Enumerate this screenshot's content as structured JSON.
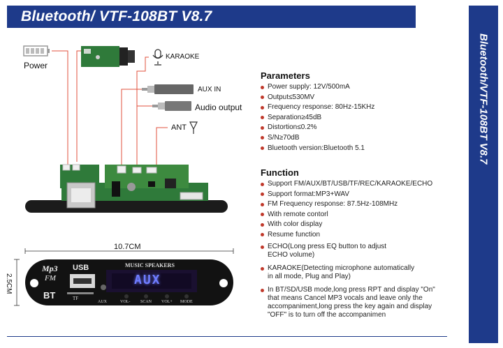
{
  "title": "Bluetooth/ VTF-108BT V8.7",
  "side_title": "Bluetooth/VTF-108BT V8.7",
  "diagram": {
    "power": "Power",
    "karaoke": "KARAOKE",
    "aux_in": "AUX IN",
    "audio_output": "Audio output",
    "ant": "ANT",
    "width_dim": "10.7CM",
    "height_dim": "2.5CM"
  },
  "panel": {
    "mp3": "Mp3",
    "fm": "FM",
    "bt": "BT",
    "usb": "USB",
    "tf": "TF",
    "music_speakers": "MUSIC SPEAKERS",
    "display": "AUX",
    "aux": "AUX",
    "vol_minus": "VOL-",
    "scan": "SCAN",
    "vol_plus": "VOL+",
    "mode": "MODE"
  },
  "parameters": {
    "title": "Parameters",
    "items": [
      "Power supply: 12V/500mA",
      "Output≤530MV",
      "Frequency response: 80Hz-15KHz",
      "Separation≥45dB",
      "Distortion≤0.2%",
      "S/N≥70dB",
      "Bluetooth version:Bluetooth 5.1"
    ]
  },
  "function": {
    "title": "Function",
    "items": [
      "Support FM/AUX/BT/USB/TF/REC/KARAOKE/ECHO",
      "Support format:MP3+WAV",
      "FM Frequency response: 87.5Hz-108MHz",
      "With remote contorl",
      "With color display",
      "Resume function"
    ],
    "echo": [
      "ECHO(Long press EQ button to adjust",
      "ECHO volume)"
    ],
    "karaoke": [
      "KARAOKE(Detecting microphone automatically",
      "in all mode,  Plug and Play)"
    ],
    "bt_mode": [
      "In BT/SD/USB mode,long press RPT and display \"On\"",
      "that means Cancel MP3 vocals and leave only the",
      "accompaniment,long press the key again and display",
      "\"OFF\" is to turn off the accompanimen"
    ]
  },
  "colors": {
    "brand": "#1e3a8a",
    "wire": "#e0503c",
    "pcb": "#2f7a3a",
    "bullet": "#c0392b",
    "display_glow": "#6f7cff"
  }
}
